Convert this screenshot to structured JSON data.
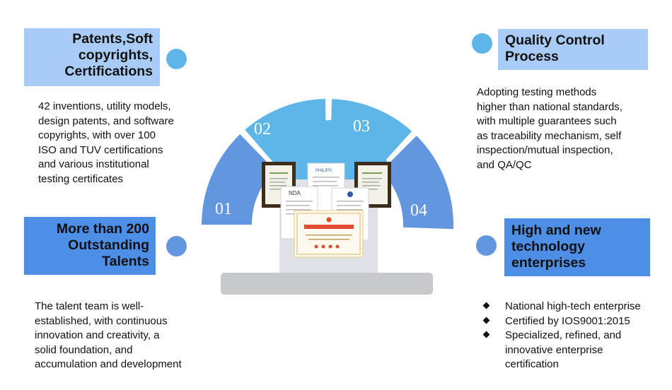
{
  "sections": {
    "patents": {
      "title_lines": [
        "Patents,Soft",
        "copyrights,",
        "Certifications"
      ],
      "body_lines": [
        "42 inventions, utility models,",
        "design patents, and software",
        "copyrights, with over 100",
        "ISO and TUV certifications",
        "and various institutional",
        "testing certificates"
      ]
    },
    "quality": {
      "title_lines": [
        "Quality Control",
        "Process"
      ],
      "body_lines": [
        "Adopting testing methods",
        "higher than national standards,",
        "with multiple guarantees such",
        "as traceability mechanism, self",
        "inspection/mutual inspection,",
        "and QA/QC"
      ]
    },
    "talents": {
      "title_lines": [
        "More than 200",
        "Outstanding",
        "Talents"
      ],
      "body_lines": [
        "The talent team is well-",
        "established, with continuous",
        "innovation and creativity, a",
        "solid foundation, and",
        "accumulation and development"
      ]
    },
    "hightech": {
      "title_lines": [
        "High and new",
        "technology",
        "enterprises"
      ],
      "bullets": [
        [
          "National high-tech enterprise"
        ],
        [
          "Certified by IOS9001:2015"
        ],
        [
          "Specialized, refined, and",
          "innovative enterprise",
          "certification"
        ]
      ]
    }
  },
  "arc": {
    "segments": [
      "01",
      "02",
      "03",
      "04"
    ],
    "colors": {
      "outer_light": "#5eb6e8",
      "outer_dark": "#6496e0",
      "inner": "#5eb6e8"
    }
  },
  "certificates": {
    "ndr_text": "NDA",
    "philips_text": "PHILIPS"
  }
}
